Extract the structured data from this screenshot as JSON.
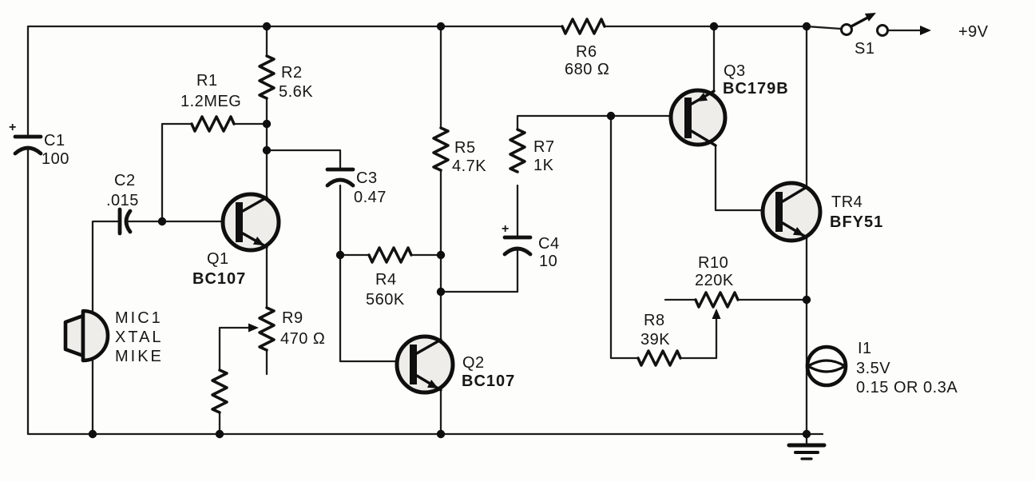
{
  "schematic": {
    "power": {
      "rail_label": "+9V"
    },
    "switch": {
      "ref": "S1"
    },
    "microphone": {
      "ref": "MIC1",
      "desc_line1": "XTAL",
      "desc_line2": "MIKE"
    },
    "lamp": {
      "ref": "I1",
      "voltage": "3.5V",
      "current": "0.15 OR 0.3A"
    },
    "capacitors": {
      "c1": {
        "ref": "C1",
        "value": "100",
        "polarity": "+"
      },
      "c2": {
        "ref": "C2",
        "value": ".015"
      },
      "c3": {
        "ref": "C3",
        "value": "0.47"
      },
      "c4": {
        "ref": "C4",
        "value": "10",
        "polarity": "+"
      }
    },
    "resistors": {
      "r1": {
        "ref": "R1",
        "value": "1.2MEG"
      },
      "r2": {
        "ref": "R2",
        "value": "5.6K"
      },
      "r4": {
        "ref": "R4",
        "value": "560K"
      },
      "r5": {
        "ref": "R5",
        "value": "4.7K"
      },
      "r6": {
        "ref": "R6",
        "value": "680 Ω"
      },
      "r7": {
        "ref": "R7",
        "value": "1K"
      },
      "r8": {
        "ref": "R8",
        "value": "39K"
      },
      "r9": {
        "ref": "R9",
        "value": "470 Ω"
      },
      "r10": {
        "ref": "R10",
        "value": "220K"
      }
    },
    "transistors": {
      "q1": {
        "ref": "Q1",
        "part": "BC107"
      },
      "q2": {
        "ref": "Q2",
        "part": "BC107"
      },
      "q3": {
        "ref": "Q3",
        "part": "BC179B"
      },
      "tr4": {
        "ref": "TR4",
        "part": "BFY51"
      }
    },
    "colors": {
      "ink": "#161616",
      "paper": "#fdfdfb",
      "symbol_fill": "#eeede9"
    }
  }
}
